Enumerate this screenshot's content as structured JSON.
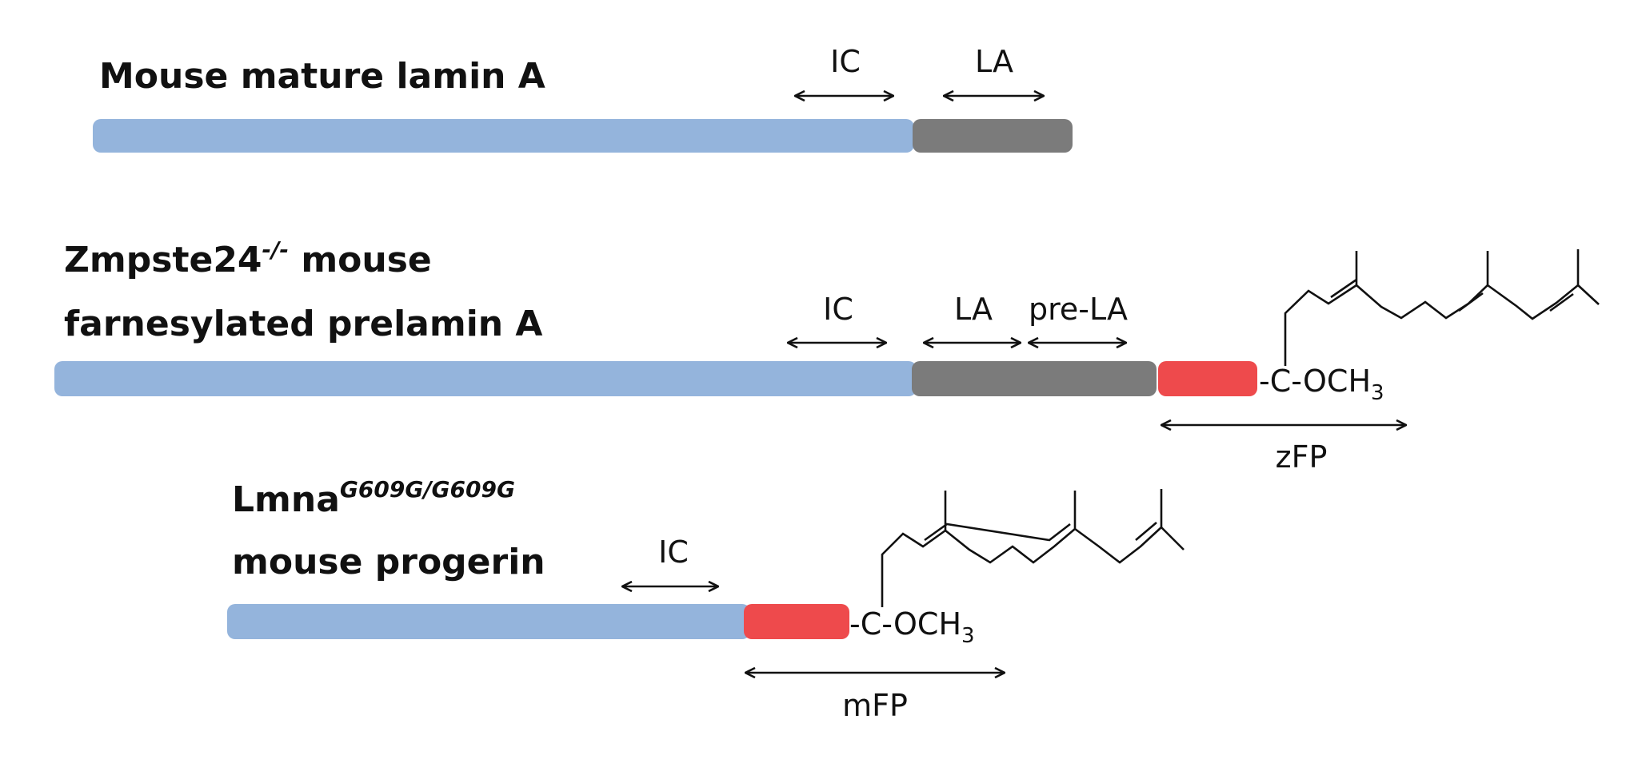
{
  "colors": {
    "ic_domain": "#94b4dc",
    "la_domain": "#7b7b7b",
    "farnesyl_peptide": "#ee4a4c"
  },
  "constructs": [
    {
      "title_lines": [
        "Mouse mature lamin A"
      ],
      "labels": {
        "ic": "IC",
        "la": "LA"
      }
    },
    {
      "title_lines": [
        "Zmpste24",
        "-/-",
        " mouse",
        "farnesylated prelamin A"
      ],
      "labels": {
        "ic": "IC",
        "la": "LA",
        "prela": "pre-LA",
        "fp": "zFP"
      },
      "ester": {
        "main": "-C-OCH",
        "sub": "3"
      }
    },
    {
      "title_lines": [
        "Lmna",
        "G609G/G609G",
        "mouse progerin"
      ],
      "labels": {
        "ic": "IC",
        "fp": "mFP"
      },
      "ester": {
        "main": "-C-OCH",
        "sub": "3"
      }
    }
  ]
}
